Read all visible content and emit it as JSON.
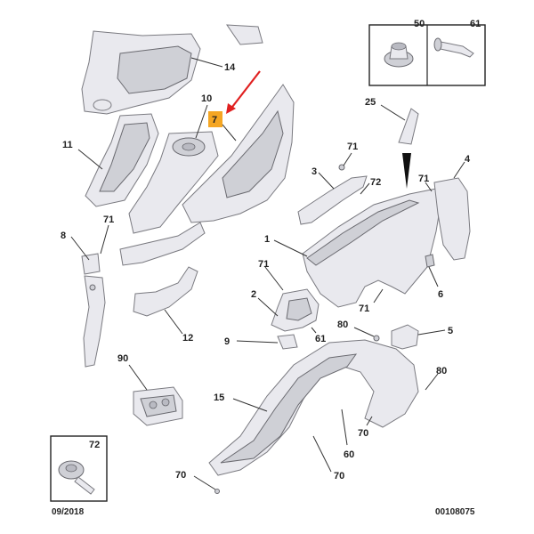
{
  "labels": {
    "p14": "14",
    "p10": "10",
    "p7": "7",
    "p11": "11",
    "p71a": "71",
    "p8": "8",
    "p12": "12",
    "p25": "25",
    "p71b": "71",
    "p3": "3",
    "p72": "72",
    "p4": "4",
    "p71c": "71",
    "p1": "1",
    "p6": "6",
    "p71d": "71",
    "p71e": "71",
    "p2": "2",
    "p61": "61",
    "p80a": "80",
    "p5": "5",
    "p9": "9",
    "p90": "90",
    "p15": "15",
    "p80b": "80",
    "p70a": "70",
    "p60": "60",
    "p70b": "70",
    "p70c": "70",
    "box50": "50",
    "box61": "61",
    "box72": "72"
  },
  "footer": {
    "date": "09/2018",
    "reference": "00108075"
  },
  "highlight": {
    "part": "7",
    "color": "#f5a623",
    "arrow_color": "#e02020"
  }
}
